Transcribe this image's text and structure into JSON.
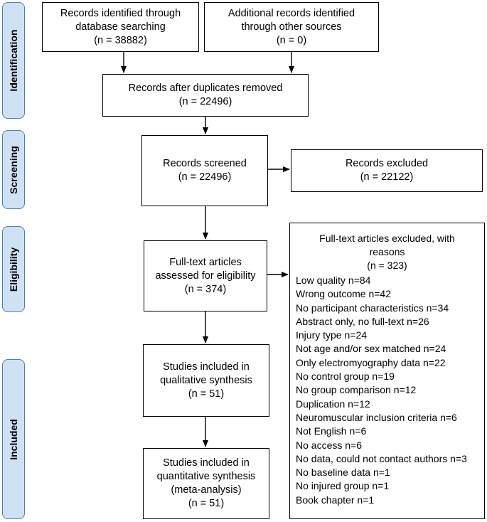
{
  "phases": {
    "identification": "Identification",
    "screening": "Screening",
    "eligibility": "Eligibility",
    "included": "Included"
  },
  "boxes": {
    "db_search": {
      "line1": "Records identified through",
      "line2": "database searching",
      "line3": "(n = 38882)"
    },
    "other_sources": {
      "line1": "Additional records identified",
      "line2": "through other sources",
      "line3": "(n = 0)"
    },
    "duplicates_removed": {
      "line1": "Records after duplicates removed",
      "line2": "(n = 22496)"
    },
    "screened": {
      "line1": "Records screened",
      "line2": "(n = 22496)"
    },
    "excluded": {
      "line1": "Records excluded",
      "line2": "(n = 22122)"
    },
    "fulltext_assessed": {
      "line1": "Full-text articles",
      "line2": "assessed for eligibility",
      "line3": "(n = 374)"
    },
    "qualitative": {
      "line1": "Studies included in",
      "line2": "qualitative synthesis",
      "line3": "(n = 51)"
    },
    "quantitative": {
      "line1": "Studies included in",
      "line2": "quantitative synthesis",
      "line3": "(meta-analysis)",
      "line4": "(n = 51)"
    }
  },
  "fulltext_excluded": {
    "header_line1": "Full-text articles excluded, with",
    "header_line2": "reasons",
    "header_line3": "(n = 323)",
    "reasons": [
      "Low quality n=84",
      "Wrong outcome n=42",
      "No participant characteristics n=34",
      "Abstract only, no full-text n=26",
      "Injury type n=24",
      "Not age and/or sex matched n=24",
      "Only electromyography data n=22",
      "No control group n=19",
      "No group comparison n=12",
      "Duplication n=12",
      "Neuromuscular inclusion criteria n=6",
      "Not English n=6",
      "No access n=6",
      "No data, could not contact authors n=3",
      "No baseline data n=1",
      "No injured group n=1",
      "Book chapter n=1"
    ]
  },
  "colors": {
    "phase_fill": "#cfe2f3",
    "phase_border": "#4a7ebb",
    "line": "#000000"
  }
}
